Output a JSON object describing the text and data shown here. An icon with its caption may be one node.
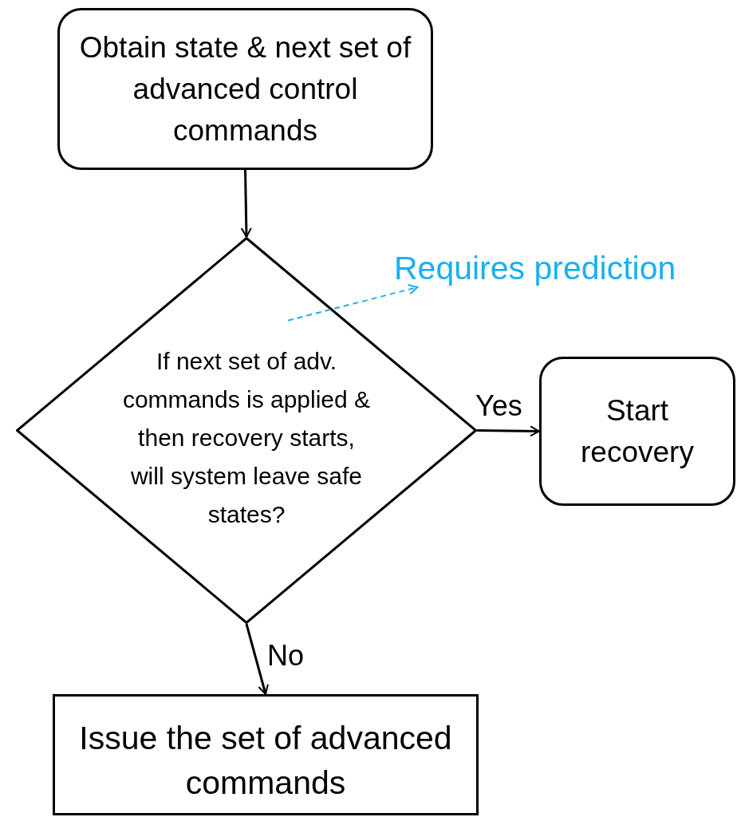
{
  "diagram": {
    "nodes": [
      {
        "text": [
          "Obtain state & next set of advanced control commands"
        ]
      },
      {
        "text": [
          "If next set of adv. commands is applied & then recovery starts, will system leave safe states?"
        ]
      },
      {
        "text": [
          "Requires prediction"
        ]
      },
      {
        "text": [
          "Start recovery"
        ]
      },
      {
        "text": [
          "Issue the set of advanced commands"
        ]
      }
    ],
    "edges": [
      {
        "from": 0,
        "to": 1,
        "arrow": "to"
      },
      {
        "from": 1,
        "to": 2,
        "arrow": "to",
        "style": "dashed",
        "color": "#1ab0ee"
      },
      {
        "from": 1,
        "to": 3,
        "arrow": "to",
        "label": "Yes"
      },
      {
        "from": 1,
        "to": 4,
        "arrow": "to",
        "label": "No"
      }
    ]
  }
}
